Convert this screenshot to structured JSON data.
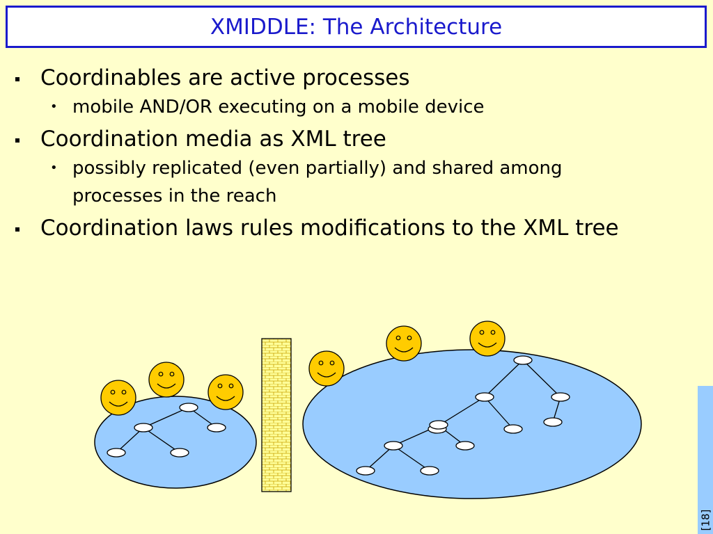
{
  "slide": {
    "title": "XMIDDLE: The Architecture",
    "bullets": [
      {
        "text": "Coordinables are active processes",
        "sub": [
          "mobile AND/OR executing on a mobile device"
        ]
      },
      {
        "text": "Coordination media as XML tree",
        "sub": [
          "possibly replicated (even partially) and shared among processes in the reach"
        ]
      },
      {
        "text": "Coordination laws rules modifications to the XML tree",
        "sub": []
      }
    ],
    "page_number": "[18]"
  },
  "colors": {
    "background": "#ffffcc",
    "title_text": "#1a1acc",
    "title_border": "#1a1acc",
    "ellipse_fill": "#99ccff",
    "smiley_fill": "#ffcc00",
    "wall_fill": "#ffff99",
    "page_tab": "#99ccff"
  },
  "diagram": {
    "icons": [
      "smiley-face-icon",
      "brick-wall-icon",
      "xml-tree-icon"
    ]
  }
}
